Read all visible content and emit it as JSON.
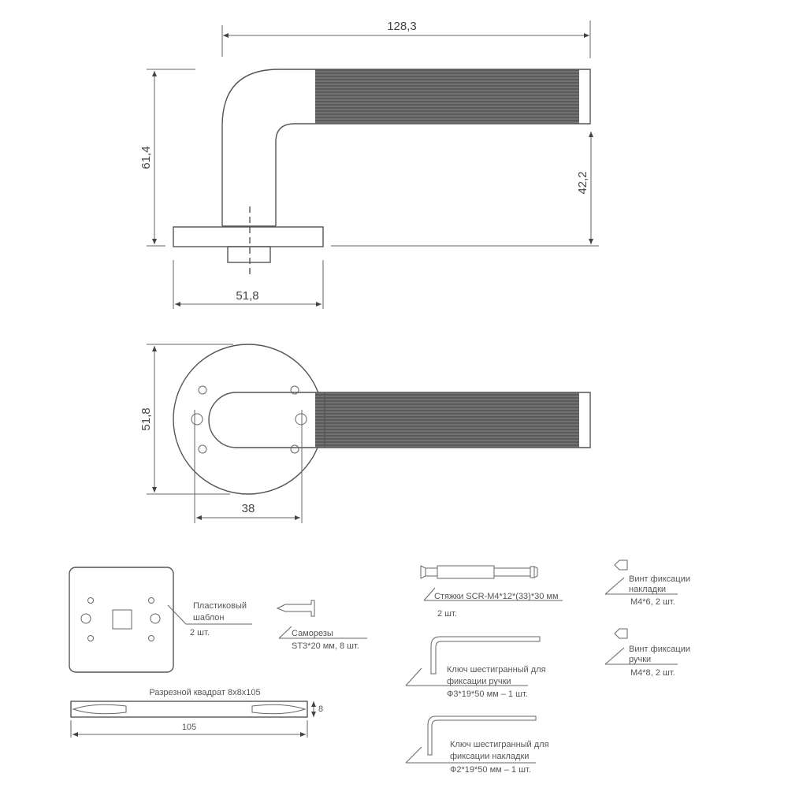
{
  "colors": {
    "line": "#555555",
    "knurl": "#5a5a5a",
    "knurl_stripe": "#8a8a8a",
    "text": "#444444"
  },
  "side_view": {
    "overall_length": "128,3",
    "overall_height": "61,4",
    "lever_height": "42,2",
    "rose_diameter": "51,8"
  },
  "top_view": {
    "rose_diameter": "51,8",
    "hole_spacing": "38"
  },
  "accessories": {
    "template": {
      "name_line1": "Пластиковый",
      "name_line2": "шаблон",
      "qty": "2 шт."
    },
    "screws": {
      "name": "Саморезы",
      "spec": "ST3*20 мм, 8 шт."
    },
    "spindle": {
      "title": "Разрезной квадрат 8х8х105",
      "height": "8",
      "length": "105"
    },
    "bolts": {
      "name": "Стяжки SCR-M4*12*(33)*30 мм",
      "qty": "2 шт."
    },
    "hex_key_handle": {
      "line1": "Ключ шестигранный для",
      "line2": "фиксации ручки",
      "spec": "Ф3*19*50 мм – 1 шт."
    },
    "hex_key_rose": {
      "line1": "Ключ шестигранный для",
      "line2": "фиксации накладки",
      "spec": "Ф2*19*50 мм – 1 шт."
    },
    "set_screw_rose": {
      "line1": "Винт фиксации",
      "line2": "накладки",
      "spec": "М4*6, 2 шт."
    },
    "set_screw_handle": {
      "line1": "Винт фиксации",
      "line2": "ручки",
      "spec": "М4*8, 2 шт."
    }
  }
}
